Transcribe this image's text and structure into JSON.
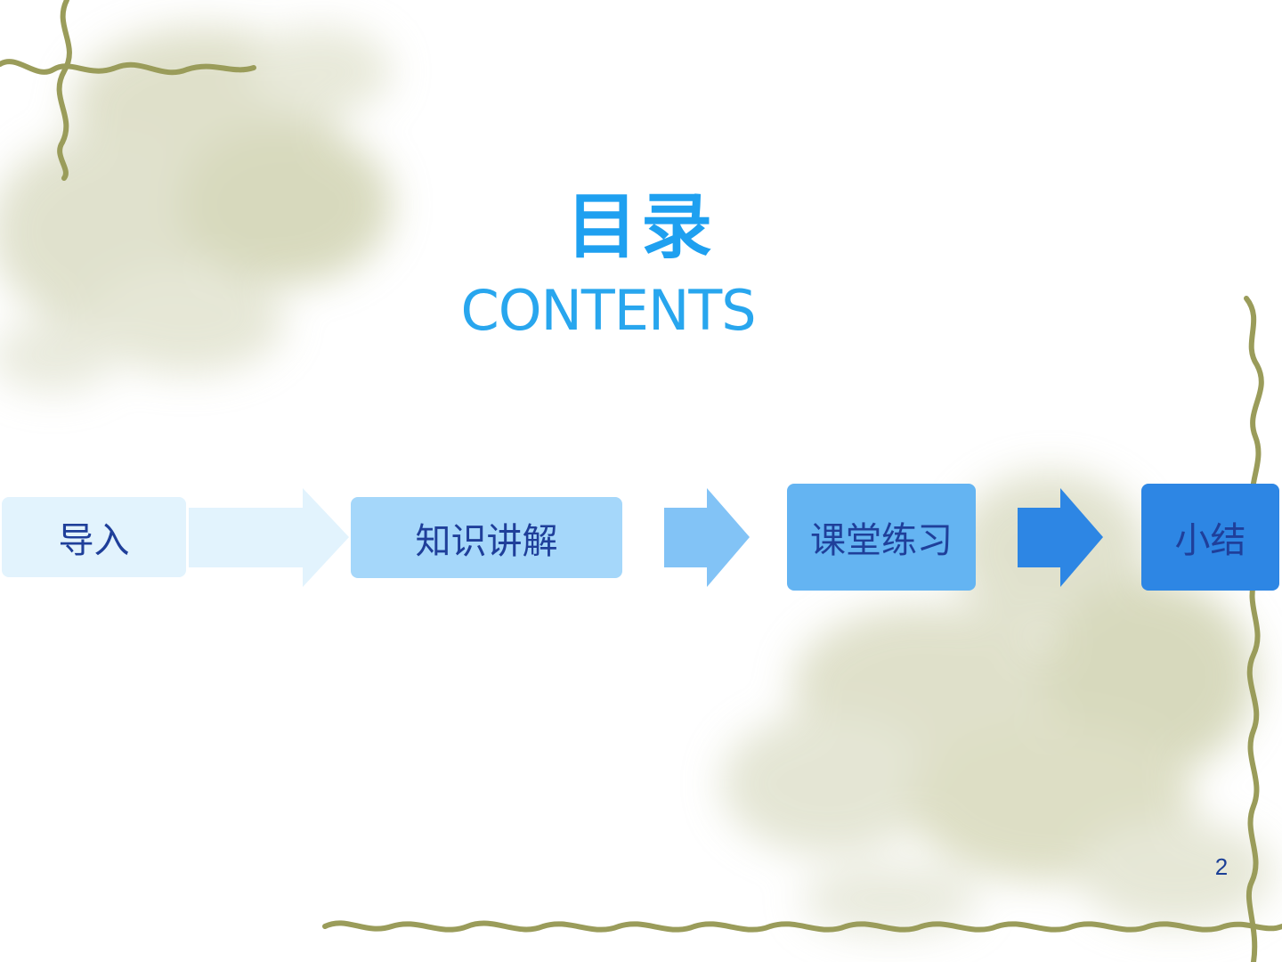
{
  "slide": {
    "title": "目录",
    "subtitle": "CONTENTS",
    "page_number": "2"
  },
  "steps": [
    {
      "label": "导入",
      "color": "#e2f3fd"
    },
    {
      "label": "知识讲解",
      "color": "#a5d7fa"
    },
    {
      "label": "课堂练习",
      "color": "#64b4f2"
    },
    {
      "label": "小结",
      "color": "#2d86e4"
    }
  ],
  "arrows": [
    {
      "color": "#e2f3fd"
    },
    {
      "color": "#82c3f6"
    },
    {
      "color": "#2d86e4"
    }
  ],
  "colors": {
    "title": "#1ea0f0",
    "label_text": "#1f3f9a",
    "vine": "#9a9c5a",
    "floral": "#c6c8a0"
  }
}
